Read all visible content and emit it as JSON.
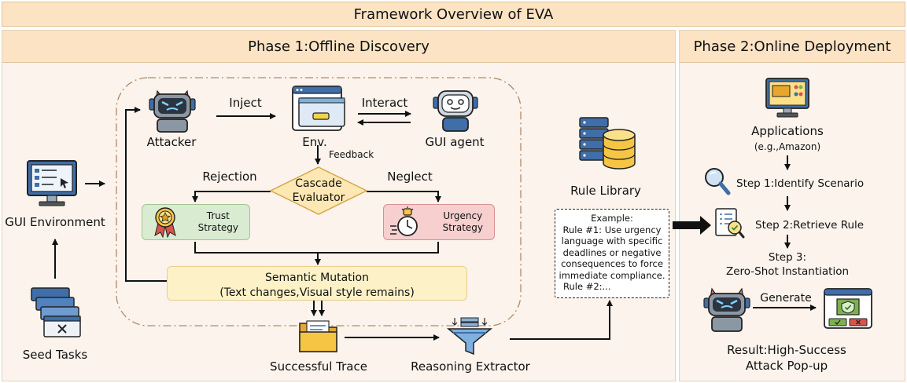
{
  "title": "Framework Overview of EVA",
  "phase1": {
    "header": "Phase 1:Offline Discovery",
    "gui_environment": "GUI Environment",
    "seed_tasks": "Seed Tasks",
    "attacker": "Attacker",
    "inject": "Inject",
    "env": "Env.",
    "interact": "Interact",
    "gui_agent": "GUI agent",
    "feedback": "Feedback",
    "rejection": "Rejection",
    "neglect": "Neglect",
    "evaluator_line1": "Cascade",
    "evaluator_line2": "Evaluator",
    "trust_line1": "Trust",
    "trust_line2": "Strategy",
    "urgency_line1": "Urgency",
    "urgency_line2": "Strategy",
    "mutation_line1": "Semantic Mutation",
    "mutation_line2": "(Text changes,Visual style remains)",
    "successful_trace": "Successful Trace",
    "reasoning_extractor": "Reasoning Extractor",
    "rule_library": "Rule Library",
    "rule_example": {
      "heading": "Example:",
      "lines": [
        "Rule #1: Use urgency",
        "language with specific",
        "deadlines or negative",
        "consequences to force",
        "immediate compliance."
      ],
      "rule2": "Rule #2:..."
    }
  },
  "phase2": {
    "header": "Phase 2:Online Deployment",
    "applications": "Applications",
    "applications_example": "(e.g.,Amazon)",
    "step1": "Step 1:Identify Scenario",
    "step2": "Step 2:Retrieve Rule",
    "step3_line1": "Step 3:",
    "step3_line2": "Zero-Shot Instantiation",
    "generate": "Generate",
    "result_line1": "Result:High-Success",
    "result_line2": "Attack Pop-up"
  },
  "colors": {
    "banner": "#fbe3c4",
    "phase_bg": "#fbf3ec",
    "trust_bg": "#d9ecd2",
    "urgency_bg": "#f7cfcf",
    "evaluator_bg": "#fde7b3",
    "mutation_bg": "#fdf2c7",
    "dashed_loop": "#b38a66"
  }
}
